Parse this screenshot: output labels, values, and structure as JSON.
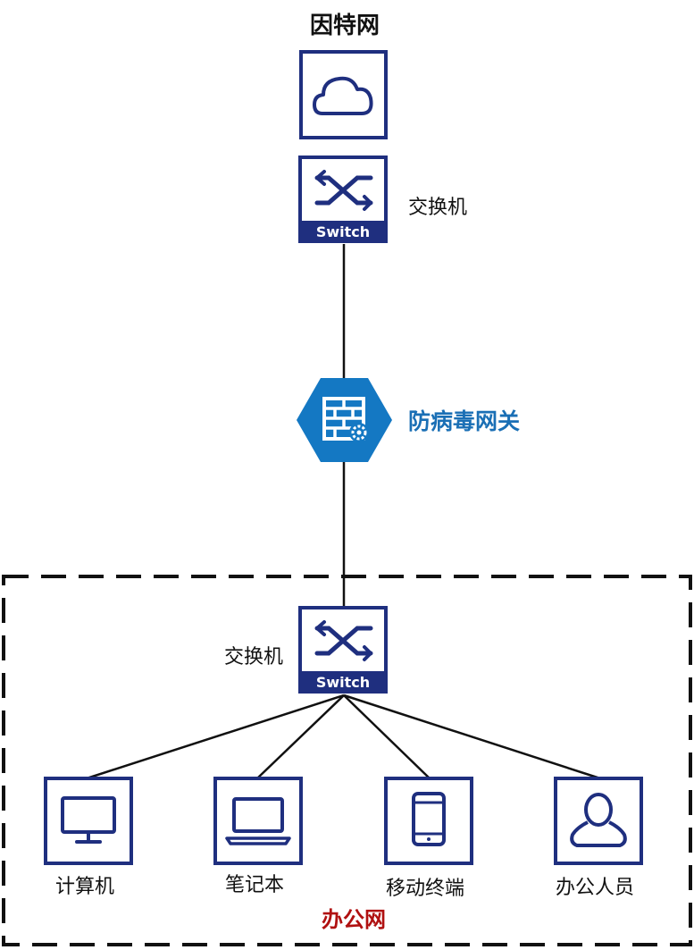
{
  "colors": {
    "icon_navy": "#1f2f7f",
    "gateway_blue": "#1478c3",
    "gateway_label": "#1a6fb5",
    "office_label": "#b01010",
    "line": "#111111"
  },
  "nodes": {
    "internet": {
      "label": "因特网",
      "icon": "cloud-icon"
    },
    "top_switch": {
      "label": "交换机",
      "icon": "switch-icon",
      "badge": "Switch"
    },
    "gateway": {
      "label": "防病毒网关",
      "icon": "firewall-gear-icon"
    },
    "bottom_switch": {
      "label": "交换机",
      "icon": "switch-icon",
      "badge": "Switch"
    },
    "computer": {
      "label": "计算机",
      "icon": "monitor-icon"
    },
    "laptop": {
      "label": "笔记本",
      "icon": "laptop-icon"
    },
    "mobile": {
      "label": "移动终端",
      "icon": "phone-icon"
    },
    "staff": {
      "label": "办公人员",
      "icon": "person-icon"
    }
  },
  "zone": {
    "label": "办公网"
  }
}
